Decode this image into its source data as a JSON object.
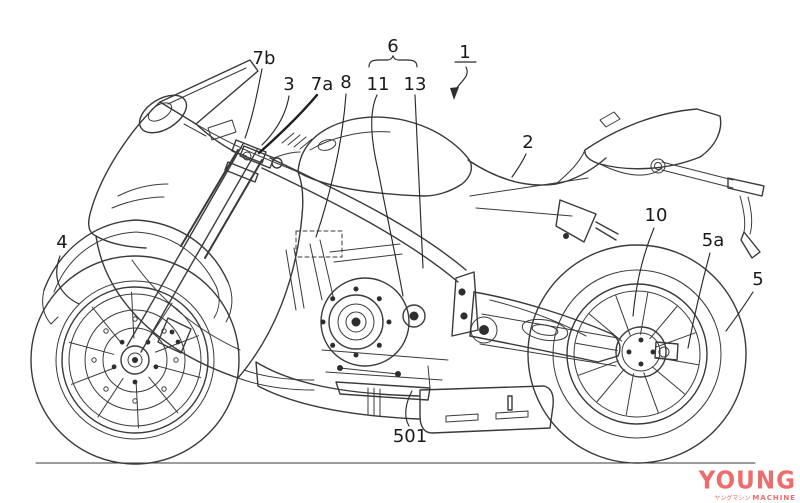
{
  "canvas": {
    "background": "#ffffff",
    "line_color": "#3a3a3a",
    "label_color": "#1a1a1a"
  },
  "labels": {
    "ref_1": "1",
    "ref_2": "2",
    "ref_3": "3",
    "ref_4": "4",
    "ref_5": "5",
    "ref_5a": "5a",
    "ref_6": "6",
    "ref_7a": "7a",
    "ref_7b": "7b",
    "ref_8": "8",
    "ref_10": "10",
    "ref_11": "11",
    "ref_13": "13",
    "ref_501": "501"
  },
  "watermark": {
    "line1": "YOUNG",
    "line2_jp": "ヤングマシン",
    "line2": "MACHINE",
    "color": "#ee6c6c"
  }
}
